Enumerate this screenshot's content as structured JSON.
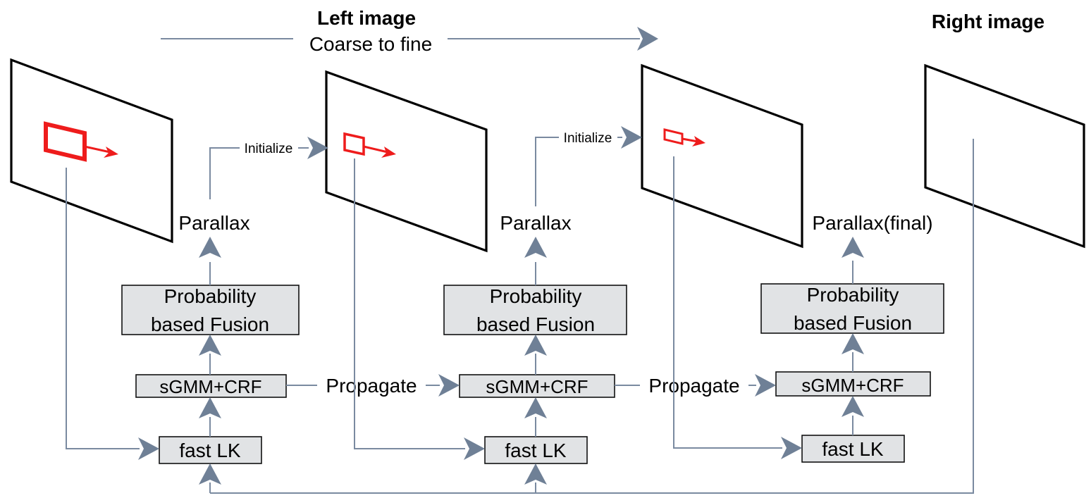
{
  "headers": {
    "left_image": "Left image",
    "right_image": "Right image",
    "coarse_to_fine": "Coarse to fine"
  },
  "labels": {
    "initialize": "Initialize",
    "propagate": "Propagate",
    "parallax": "Parallax",
    "parallax_final": "Parallax(final)"
  },
  "stages": [
    {
      "fusion_line1": "Probability",
      "fusion_line2": "based Fusion",
      "sgmm": "sGMM+CRF",
      "lk": "fast LK"
    },
    {
      "fusion_line1": "Probability",
      "fusion_line2": "based Fusion",
      "sgmm": "sGMM+CRF",
      "lk": "fast LK"
    },
    {
      "fusion_line1": "Probability",
      "fusion_line2": "based Fusion",
      "sgmm": "sGMM+CRF",
      "lk": "fast LK"
    }
  ],
  "colors": {
    "connector": "#7a8aa0",
    "arrowhead": "#6f8096",
    "box_fill": "#e1e3e5",
    "highlight": "#ee1c1c"
  }
}
